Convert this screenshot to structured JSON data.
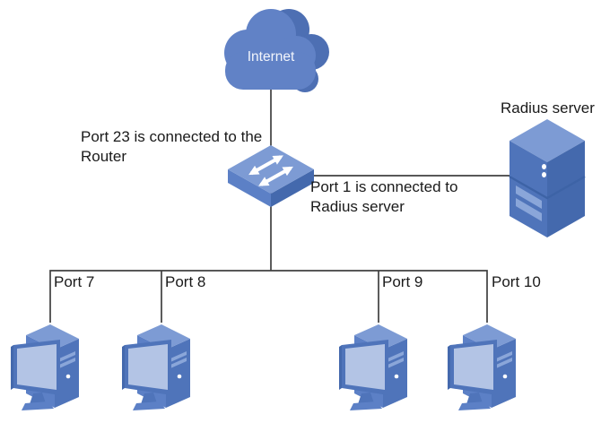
{
  "colors": {
    "main": "#4f74ba",
    "light": "#7d9bd4",
    "mid": "#5c80c6",
    "dark": "#4469ad",
    "screen": "#b3c4e5",
    "stripe": "#8aa6d9",
    "cloud": "#6182c6",
    "cloudDark": "#4d6fb3",
    "seam": "#3d63a6",
    "line": "#404040",
    "text": "#1a1a1a",
    "white": "#ffffff"
  },
  "nodes": {
    "internet": {
      "label": "Internet"
    },
    "radius_server": {
      "label": "Radius server"
    },
    "workstations": [
      {
        "port_label": "Port 7"
      },
      {
        "port_label": "Port 8"
      },
      {
        "port_label": "Port 9"
      },
      {
        "port_label": "Port 10"
      }
    ]
  },
  "annotations": {
    "port23": {
      "lines": [
        "Port 23 is connected to the",
        "Router"
      ]
    },
    "port1": {
      "lines": [
        "Port 1 is connected to",
        "Radius server"
      ]
    }
  }
}
